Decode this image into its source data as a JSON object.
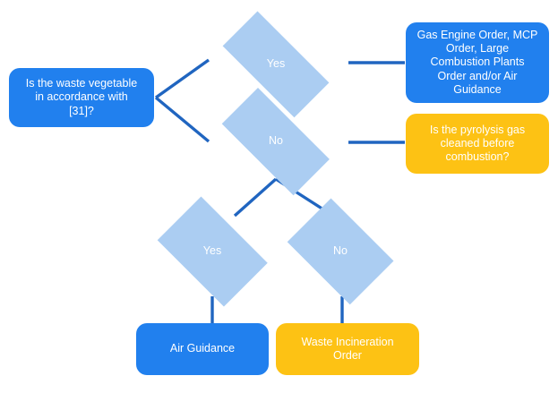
{
  "diagram": {
    "title": "Waste vegetable oil / pyrolysis gas regulatory decision flowchart",
    "type": "flowchart",
    "colors": {
      "blue": "#2180EE",
      "amber": "#FDC214",
      "light_blue": "#ABCDF2",
      "connector": "#2065C0",
      "background": "#FFFFFF",
      "text": "#FFFFFF"
    },
    "nodes": [
      {
        "id": "q1",
        "shape": "rounded-rect",
        "fill": "blue",
        "label": "Is the waste vegetable in accordance with [31]?"
      },
      {
        "id": "yes1",
        "shape": "diamond",
        "fill": "light_blue",
        "label": "Yes"
      },
      {
        "id": "no1",
        "shape": "diamond",
        "fill": "light_blue",
        "label": "No"
      },
      {
        "id": "out1",
        "shape": "rounded-rect",
        "fill": "blue",
        "label": "Gas Engine Order, MCP Order, Large Combustion Plants Order and/or Air Guidance"
      },
      {
        "id": "q2",
        "shape": "rounded-rect",
        "fill": "amber",
        "label": "Is the pyrolysis gas cleaned before combustion?"
      },
      {
        "id": "yes2",
        "shape": "diamond",
        "fill": "light_blue",
        "label": "Yes"
      },
      {
        "id": "no2",
        "shape": "diamond",
        "fill": "light_blue",
        "label": "No"
      },
      {
        "id": "out2",
        "shape": "rounded-rect",
        "fill": "blue",
        "label": "Air Guidance"
      },
      {
        "id": "out3",
        "shape": "rounded-rect",
        "fill": "amber",
        "label": "Waste Incineration Order"
      }
    ],
    "edges": [
      {
        "from": "q1",
        "to": "yes1",
        "style": "diagonal"
      },
      {
        "from": "q1",
        "to": "no1",
        "style": "diagonal"
      },
      {
        "from": "yes1",
        "to": "out1",
        "style": "horizontal"
      },
      {
        "from": "no1",
        "to": "q2",
        "style": "horizontal"
      },
      {
        "from": "no1",
        "to": "yes2",
        "style": "diagonal"
      },
      {
        "from": "no1",
        "to": "no2",
        "style": "diagonal"
      },
      {
        "from": "yes2",
        "to": "out2",
        "style": "vertical"
      },
      {
        "from": "no2",
        "to": "out3",
        "style": "vertical"
      }
    ]
  },
  "labels": {
    "q1": "Is the waste vegetable\nin accordance with\n[31]?",
    "yes1": "Yes",
    "no1": "No",
    "out1": "Gas Engine Order, MCP\nOrder, Large\nCombustion Plants\nOrder and/or Air\nGuidance",
    "q2": "Is the pyrolysis gas\ncleaned before\ncombustion?",
    "yes2": "Yes",
    "no2": "No",
    "out2": "Air Guidance",
    "out3": "Waste Incineration\nOrder"
  }
}
